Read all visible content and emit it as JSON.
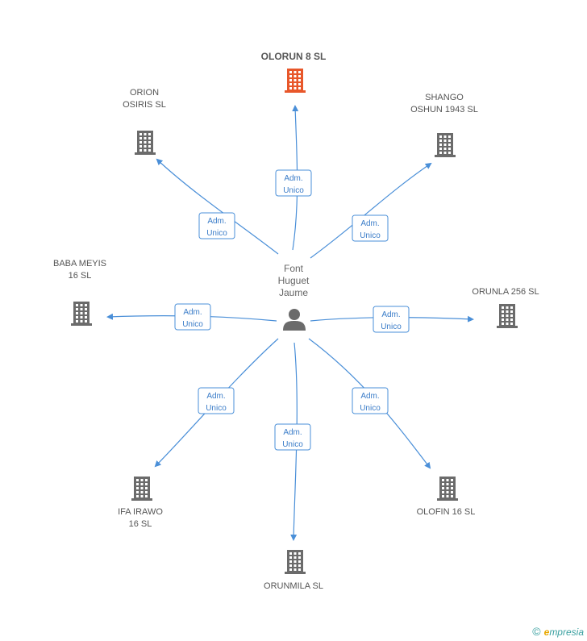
{
  "center": {
    "label_lines": [
      "Font",
      "Huguet",
      "Jaume"
    ]
  },
  "relation_label_lines": [
    "Adm.",
    "Unico"
  ],
  "nodes": [
    {
      "id": "olorun",
      "label_lines": [
        "OLORUN 8 SL"
      ],
      "highlight": true
    },
    {
      "id": "shango",
      "label_lines": [
        "SHANGO",
        "OSHUN 1943 SL"
      ],
      "highlight": false
    },
    {
      "id": "orunla",
      "label_lines": [
        "ORUNLA 256 SL"
      ],
      "highlight": false
    },
    {
      "id": "olofin",
      "label_lines": [
        "OLOFIN 16 SL"
      ],
      "highlight": false
    },
    {
      "id": "orunmila",
      "label_lines": [
        "ORUNMILA SL"
      ],
      "highlight": false
    },
    {
      "id": "ifa",
      "label_lines": [
        "IFA IRAWO",
        "16 SL"
      ],
      "highlight": false
    },
    {
      "id": "baba",
      "label_lines": [
        "BABA MEYIS",
        "16 SL"
      ],
      "highlight": false
    },
    {
      "id": "orion",
      "label_lines": [
        "ORION",
        "OSIRIS SL"
      ],
      "highlight": false
    }
  ],
  "colors": {
    "edge": "#4a8fd8",
    "building": "#6b6b6b",
    "building_highlight": "#e8572a",
    "person": "#6b6b6b"
  },
  "watermark": {
    "symbol": "©",
    "brand_initial": "e",
    "brand_rest": "mpresia"
  }
}
